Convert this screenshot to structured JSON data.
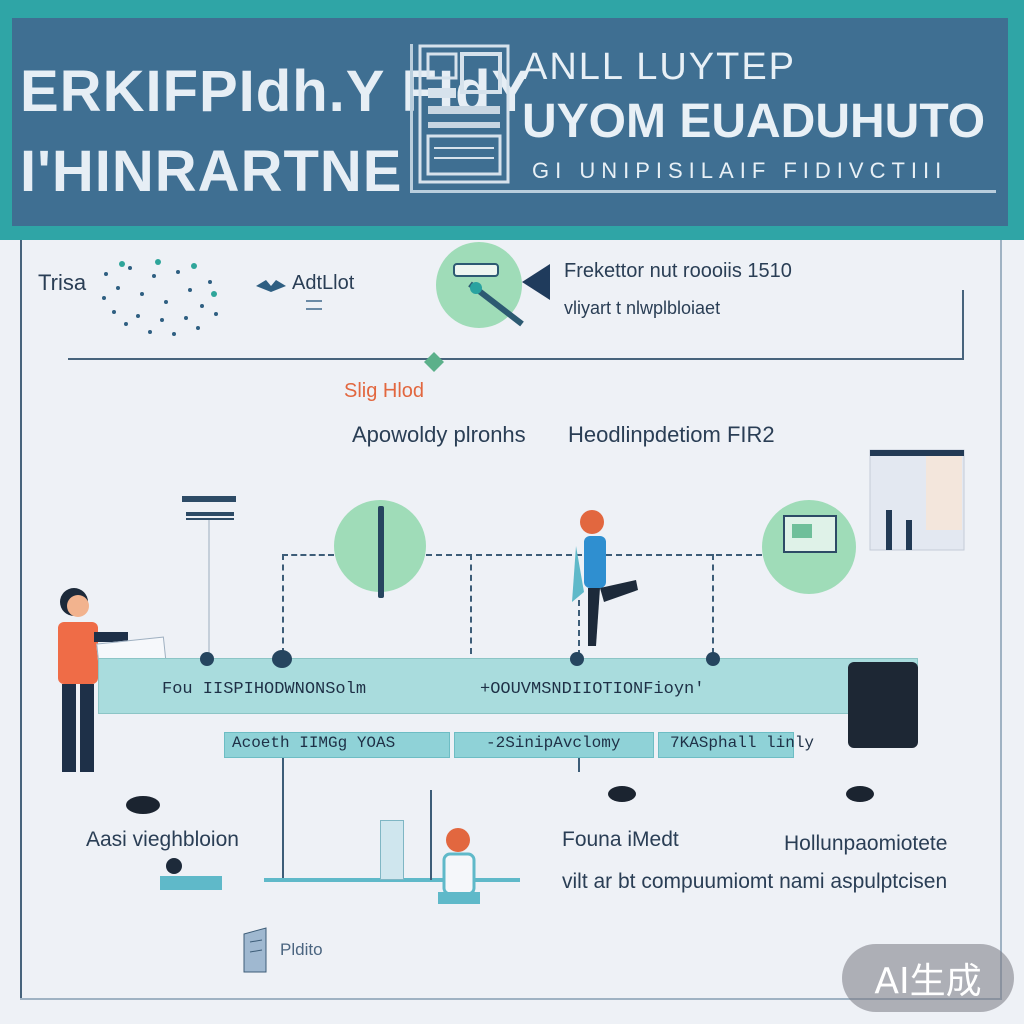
{
  "header": {
    "title_line1": "ERKIFPIdh.Y FIdY",
    "title_line2": "I'HINRARTNE",
    "right_line1": "ANLL LUYTEP",
    "right_line2": "UYOM EUADUHUTO",
    "right_line3": "GI UNIPISILAIF FIDIVCTIII"
  },
  "top_section": {
    "left_label": "Trisa",
    "left_label2": "AdtLlot",
    "right_line1": "Frekettor nut roooiis 1510",
    "right_line2": "vliyart t nlwplbloiaet"
  },
  "middle": {
    "orange_label": "Slig Hlod",
    "label_left": "Apowoldy plronhs",
    "label_right": "Heodlinpdetiom FIR2"
  },
  "main_bar": {
    "text_left": "Fou IISPIHODWNONSolm",
    "text_right": "+OOUVMSNDIIOTIONFioyn'",
    "sub_left": "Acoeth IIMGg YOAS",
    "sub_mid": "-2SinipAvclomy",
    "sub_right": "7KASphall linly"
  },
  "bottom": {
    "left_label": "Aasi vieghbloion",
    "mid_title": "Founa iMedt",
    "right_title": "Hollunpaomiotete",
    "caption": "vilt ar bt compuumiomt nami aspulptcisen",
    "footer_label": "Pldito"
  },
  "watermark": "AI生成",
  "colors": {
    "banner_frame": "#2fa5a6",
    "banner_fill": "#3f6f92",
    "bar_fill": "#a9dcdd",
    "accent_green": "#9fdcb8",
    "accent_orange": "#e2673f"
  }
}
